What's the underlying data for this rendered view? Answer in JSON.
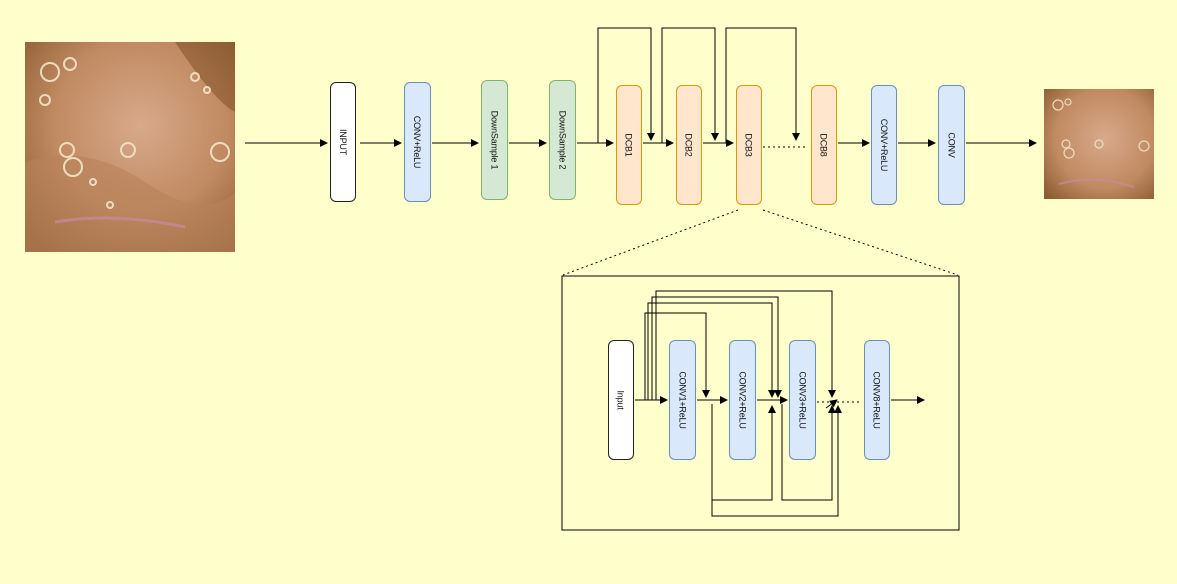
{
  "main": {
    "input": "INPUT",
    "conv_relu": "CONV+ReLU",
    "down1": "DownSample 1",
    "down2": "DownSample 2",
    "dcb1": "DCB1",
    "dcb2": "DCB2",
    "dcb3": "DCB3",
    "dcb8": "DCB8",
    "conv_relu2": "CONV+ReLU",
    "conv": "CONV"
  },
  "detail": {
    "input": "Input",
    "conv1": "CONV1+ReLU",
    "conv2": "CONV2+ReLU",
    "conv3": "CONV3+ReLU",
    "conv8": "CONV8+ReLU"
  },
  "colors": {
    "background": "#ffffcc",
    "blue": "#dae8fc",
    "green": "#d5e8d4",
    "orange": "#ffe6cc"
  },
  "images": {
    "input_image": "endoscopy-input-photo",
    "output_image": "endoscopy-output-photo"
  }
}
